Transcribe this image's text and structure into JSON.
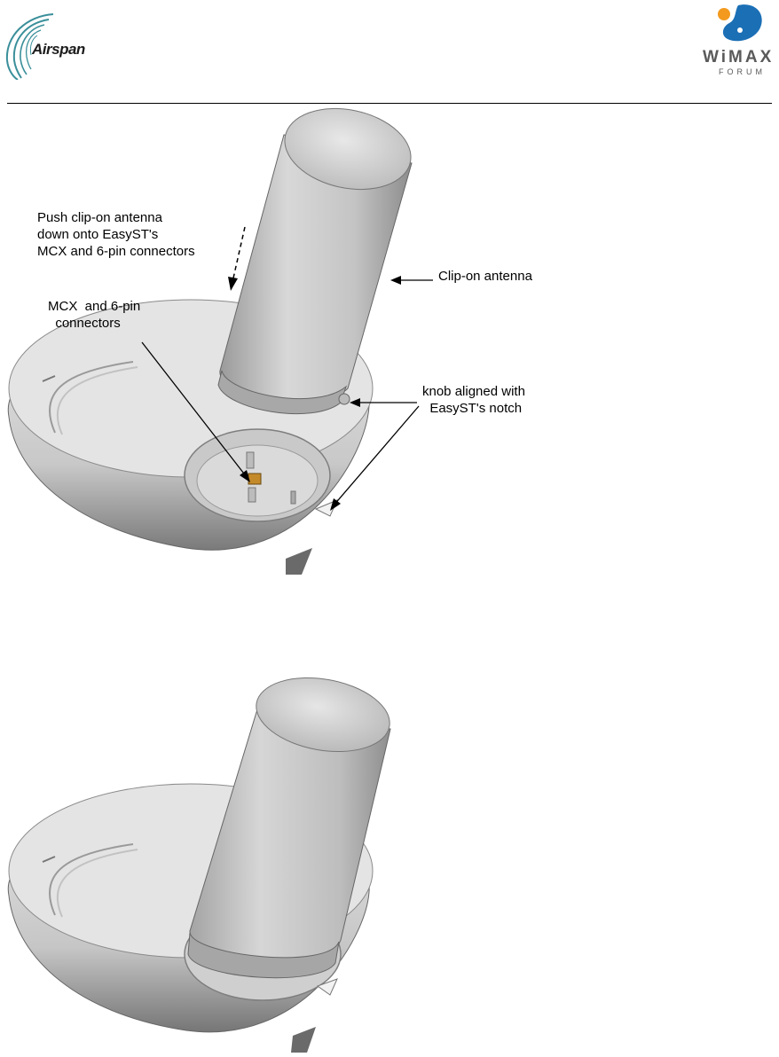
{
  "header": {
    "left_logo_text": "Airspan",
    "right_logo_text_1": "WiMAX",
    "right_logo_text_2": "FORUM"
  },
  "figure_top": {
    "callouts": {
      "push": "Push clip-on antenna\ndown onto EasyST's\nMCX and 6-pin connectors",
      "clip_on": "Clip-on antenna",
      "mcx": "MCX  and 6-pin\n  connectors",
      "knob": "knob aligned with\n  EasyST's notch"
    }
  },
  "colors": {
    "accent_blue": "#1b6fb5",
    "accent_orange": "#f39a1e",
    "airspan_teal": "#3a8f9a"
  }
}
